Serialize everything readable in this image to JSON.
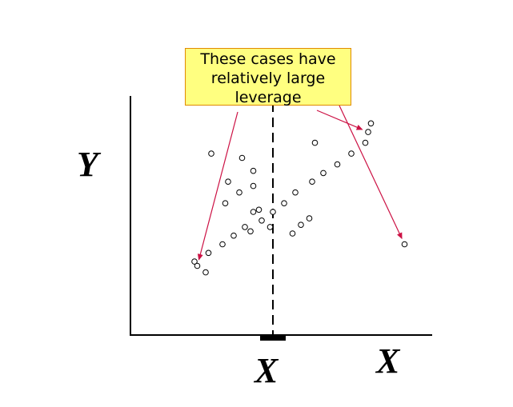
{
  "callout": {
    "lines": [
      "These cases have",
      "relatively large",
      "leverage"
    ]
  },
  "colors": {
    "callout_fill": "#ffff80",
    "callout_border": "#e08a00",
    "arrow": "#cc1144",
    "ink": "#000000"
  },
  "chart_data": {
    "type": "scatter",
    "xlabel": "X",
    "ylabel": "Y",
    "mean_marker_label": "X",
    "xlim": [
      0,
      10
    ],
    "ylim": [
      0,
      10
    ],
    "grid": false,
    "legend": "none",
    "x_mean": 4.6,
    "points": [
      {
        "x": 1.8,
        "y": 2.7,
        "group": "main"
      },
      {
        "x": 2.2,
        "y": 2.2,
        "group": "main"
      },
      {
        "x": 2.3,
        "y": 3.1,
        "group": "main"
      },
      {
        "x": 2.8,
        "y": 3.5,
        "group": "main"
      },
      {
        "x": 3.2,
        "y": 3.9,
        "group": "main"
      },
      {
        "x": 3.6,
        "y": 4.3,
        "group": "main"
      },
      {
        "x": 3.8,
        "y": 4.1,
        "group": "main"
      },
      {
        "x": 4.2,
        "y": 4.6,
        "group": "main"
      },
      {
        "x": 4.5,
        "y": 4.3,
        "group": "main"
      },
      {
        "x": 4.6,
        "y": 5.0,
        "group": "main"
      },
      {
        "x": 5.0,
        "y": 5.4,
        "group": "main"
      },
      {
        "x": 5.3,
        "y": 4.0,
        "group": "main"
      },
      {
        "x": 5.6,
        "y": 4.4,
        "group": "main"
      },
      {
        "x": 5.4,
        "y": 5.9,
        "group": "main"
      },
      {
        "x": 5.9,
        "y": 4.7,
        "group": "main"
      },
      {
        "x": 6.0,
        "y": 6.4,
        "group": "main"
      },
      {
        "x": 6.4,
        "y": 6.8,
        "group": "main"
      },
      {
        "x": 6.9,
        "y": 7.2,
        "group": "main"
      },
      {
        "x": 7.4,
        "y": 7.7,
        "group": "main"
      },
      {
        "x": 7.9,
        "y": 8.2,
        "group": "main"
      },
      {
        "x": 6.1,
        "y": 8.2,
        "group": "main"
      },
      {
        "x": 2.4,
        "y": 7.7,
        "group": "main"
      },
      {
        "x": 3.5,
        "y": 7.5,
        "group": "main"
      },
      {
        "x": 3.9,
        "y": 6.9,
        "group": "main"
      },
      {
        "x": 3.0,
        "y": 6.4,
        "group": "main"
      },
      {
        "x": 3.9,
        "y": 6.2,
        "group": "main"
      },
      {
        "x": 3.4,
        "y": 5.9,
        "group": "main"
      },
      {
        "x": 2.9,
        "y": 5.4,
        "group": "main"
      },
      {
        "x": 3.9,
        "y": 5.0,
        "group": "main"
      },
      {
        "x": 4.1,
        "y": 5.1,
        "group": "main"
      },
      {
        "x": 1.9,
        "y": 2.5,
        "group": "high_leverage"
      },
      {
        "x": 8.0,
        "y": 8.7,
        "group": "high_leverage"
      },
      {
        "x": 8.1,
        "y": 9.1,
        "group": "high_leverage"
      },
      {
        "x": 9.3,
        "y": 3.5,
        "group": "high_leverage"
      }
    ]
  }
}
